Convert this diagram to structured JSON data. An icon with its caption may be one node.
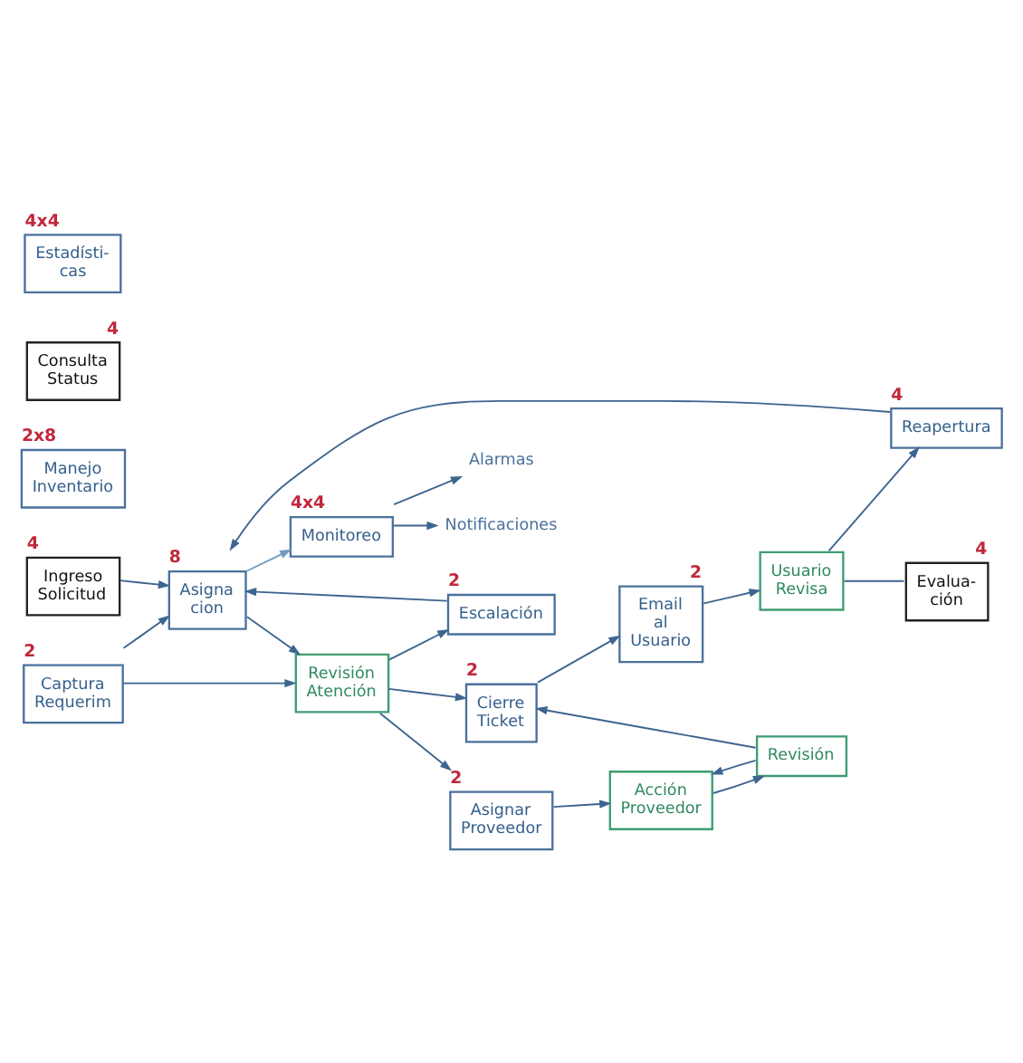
{
  "diagram": {
    "nodes": [
      {
        "text": [
          "Captura Requerim"
        ],
        "beside": [
          "2"
        ]
      },
      {
        "text": [
          "Escalación"
        ],
        "beside": [
          "2"
        ]
      },
      {
        "text": [
          "Asignar Proveedor"
        ],
        "beside": [
          "2"
        ]
      },
      {
        "text": [
          "Acción Proveedor"
        ]
      },
      {
        "text": [
          "Revisión"
        ]
      },
      {
        "text": [
          "Ingreso Solicitud"
        ],
        "beside": [
          "4"
        ]
      },
      {
        "text": [
          "Asigna cion"
        ],
        "beside": [
          "8"
        ]
      },
      {
        "text": [
          "Revisión Atención"
        ]
      },
      {
        "text": [
          "Cierre Ticket"
        ],
        "beside": [
          "2"
        ]
      },
      {
        "text": [
          "Email al Usuario"
        ],
        "beside": [
          "2"
        ]
      },
      {
        "text": [
          "Usuario Revisa"
        ]
      },
      {
        "text": [
          "Manejo Inventario"
        ],
        "beside": [
          "2x8"
        ]
      },
      {
        "text": [
          "Reapertura"
        ],
        "beside": [
          "4"
        ]
      },
      {
        "text": [
          "Evalua- ción"
        ],
        "beside": [
          "4"
        ]
      },
      {
        "text": [
          "Consulta Status"
        ],
        "beside": [
          "4"
        ]
      },
      {
        "text": [
          "Monitoreo"
        ],
        "beside": [
          "4x4"
        ]
      },
      {
        "text": [
          "Estadísti- cas"
        ],
        "beside": [
          "4x4"
        ]
      },
      {
        "text": [
          "Alarmas"
        ]
      },
      {
        "text": [
          "Notificaciones"
        ]
      }
    ],
    "edges": [
      {
        "from": 1,
        "to": 6,
        "arrow": "to"
      },
      {
        "from": 0,
        "to": 7,
        "arrow": "to"
      },
      {
        "from": 0,
        "to": 6,
        "arrow": "to"
      },
      {
        "from": 5,
        "to": 6,
        "arrow": "to"
      },
      {
        "from": 6,
        "to": 7,
        "arrow": "to"
      },
      {
        "from": 7,
        "to": 1,
        "arrow": "to"
      },
      {
        "from": 7,
        "to": 2,
        "arrow": "to"
      },
      {
        "from": 7,
        "to": 8,
        "arrow": "to"
      },
      {
        "from": 2,
        "to": 3,
        "arrow": "to"
      },
      {
        "from": 3,
        "to": 4,
        "arrow": "to"
      },
      {
        "from": 4,
        "to": 3,
        "arrow": "to"
      },
      {
        "from": 4,
        "to": 8,
        "arrow": "to"
      },
      {
        "from": 8,
        "to": 9,
        "arrow": "to"
      },
      {
        "from": 9,
        "to": 10,
        "arrow": "to"
      },
      {
        "from": 10,
        "to": 12,
        "arrow": "to"
      },
      {
        "from": 10,
        "to": 13,
        "arrow": "none"
      },
      {
        "from": 12,
        "to": 6,
        "arrow": "to"
      },
      {
        "from": 6,
        "to": 15,
        "arrow": "to",
        "color": "#6f9cc4"
      },
      {
        "from": 15,
        "to": 17,
        "arrow": "to"
      },
      {
        "from": 15,
        "to": 18,
        "arrow": "to"
      }
    ]
  }
}
